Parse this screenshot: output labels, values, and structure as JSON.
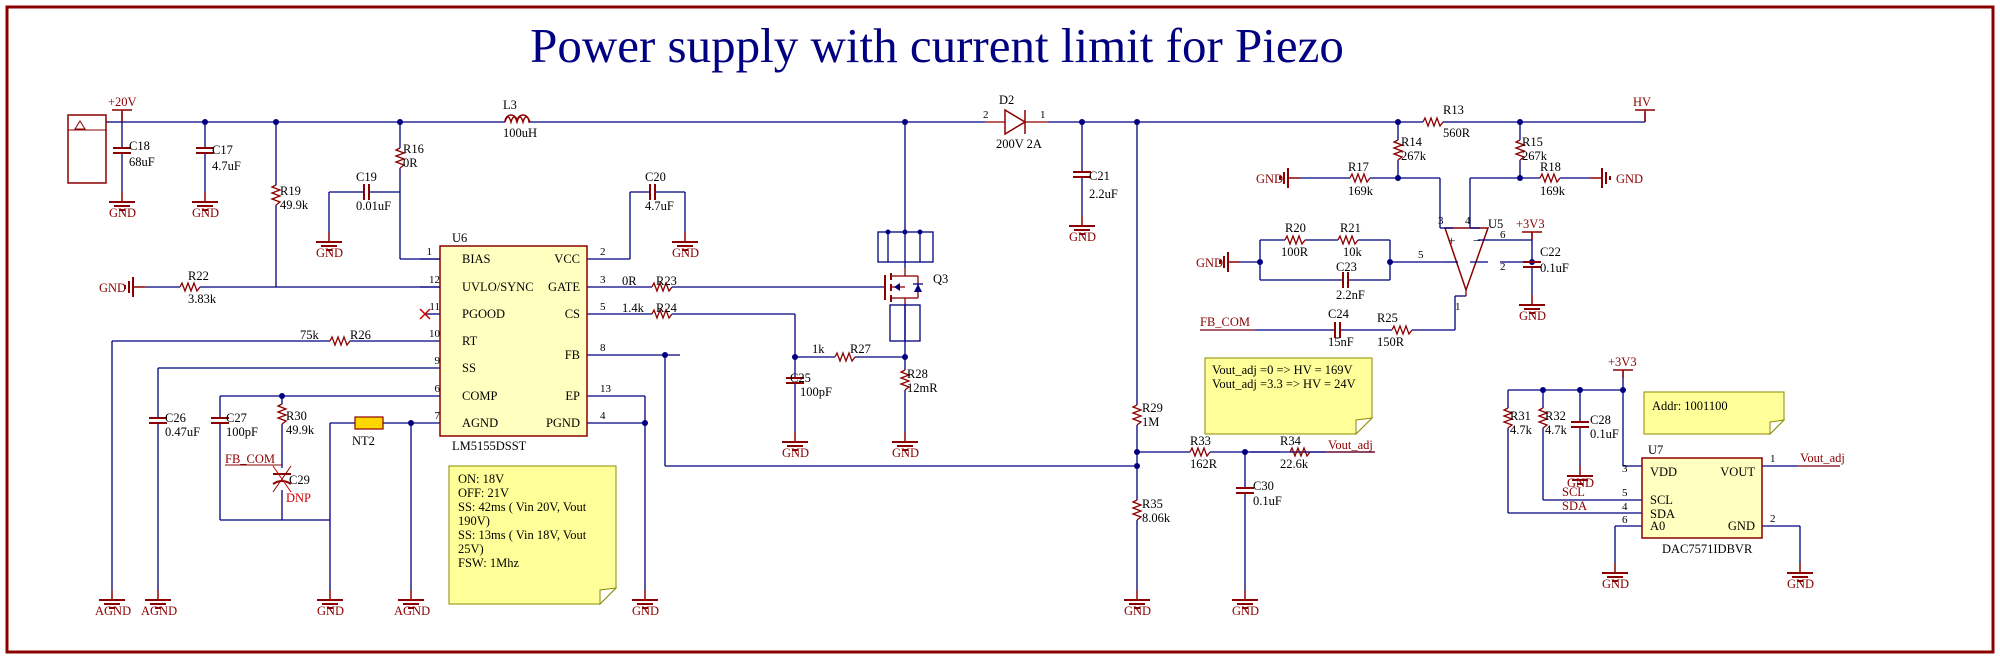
{
  "title": "Power supply with current limit for Piezo",
  "colors": {
    "frame": "#8b0000",
    "wire": "#000080",
    "power": "#8b0000",
    "part": "#8b0000",
    "note_fill": "#ffff99"
  },
  "nets": {
    "v20": "+20V",
    "hv": "HV",
    "v3a": "+3V3",
    "v3b": "+3V3",
    "gnd": "GND",
    "agnd": "AGND",
    "fb_com": "FB_COM",
    "vout_adj": "Vout_adj",
    "scl": "SCL",
    "sda": "SDA",
    "nt": "NT2"
  },
  "parts": {
    "c18": {
      "ref": "C18",
      "val": "68uF"
    },
    "c17": {
      "ref": "C17",
      "val": "4.7uF"
    },
    "r19": {
      "ref": "R19",
      "val": "49.9k"
    },
    "c19": {
      "ref": "C19",
      "val": "0.01uF"
    },
    "r16": {
      "ref": "R16",
      "val": "0R"
    },
    "l3": {
      "ref": "L3",
      "val": "100uH"
    },
    "c20": {
      "ref": "C20",
      "val": "4.7uF"
    },
    "r22": {
      "ref": "R22",
      "val": "3.83k"
    },
    "r23": {
      "ref": "R23",
      "val": "0R"
    },
    "r24": {
      "ref": "R24",
      "val": "1.4k"
    },
    "r26": {
      "ref": "R26",
      "val": "75k"
    },
    "r27": {
      "ref": "R27",
      "val": "1k"
    },
    "r28": {
      "ref": "R28",
      "val": "12mR"
    },
    "c25": {
      "ref": "C25",
      "val": "100pF"
    },
    "c26": {
      "ref": "C26",
      "val": "0.47uF"
    },
    "c27": {
      "ref": "C27",
      "val": "100pF"
    },
    "r30": {
      "ref": "R30",
      "val": "49.9k"
    },
    "c29": {
      "ref": "C29",
      "val": "DNP"
    },
    "d2": {
      "ref": "D2",
      "val": "200V 2A"
    },
    "c21": {
      "ref": "C21",
      "val": "2.2uF"
    },
    "r13": {
      "ref": "R13",
      "val": "560R"
    },
    "r14": {
      "ref": "R14",
      "val": "267k"
    },
    "r15": {
      "ref": "R15",
      "val": "267k"
    },
    "r17": {
      "ref": "R17",
      "val": "169k"
    },
    "r18": {
      "ref": "R18",
      "val": "169k"
    },
    "r20": {
      "ref": "R20",
      "val": "100R"
    },
    "r21": {
      "ref": "R21",
      "val": "10k"
    },
    "c23": {
      "ref": "C23",
      "val": "2.2nF"
    },
    "c24": {
      "ref": "C24",
      "val": "15nF"
    },
    "r25": {
      "ref": "R25",
      "val": "150R"
    },
    "c22": {
      "ref": "C22",
      "val": "0.1uF"
    },
    "r29": {
      "ref": "R29",
      "val": "1M"
    },
    "r33": {
      "ref": "R33",
      "val": "162R"
    },
    "r34": {
      "ref": "R34",
      "val": "22.6k"
    },
    "r35": {
      "ref": "R35",
      "val": "8.06k"
    },
    "c30": {
      "ref": "C30",
      "val": "0.1uF"
    },
    "r31": {
      "ref": "R31",
      "val": "4.7k"
    },
    "r32": {
      "ref": "R32",
      "val": "4.7k"
    },
    "c28": {
      "ref": "C28",
      "val": "0.1uF"
    },
    "q3": {
      "ref": "Q3"
    },
    "u5": {
      "ref": "U5"
    }
  },
  "u6": {
    "ref": "U6",
    "part": "LM5155DSST",
    "pins_left": [
      {
        "num": "1",
        "name": "BIAS"
      },
      {
        "num": "12",
        "name": "UVLO/SYNC"
      },
      {
        "num": "11",
        "name": "PGOOD"
      },
      {
        "num": "10",
        "name": "RT"
      },
      {
        "num": "9",
        "name": "SS"
      },
      {
        "num": "6",
        "name": "COMP"
      },
      {
        "num": "7",
        "name": "AGND"
      }
    ],
    "pins_right": [
      {
        "num": "2",
        "name": "VCC"
      },
      {
        "num": "3",
        "name": "GATE"
      },
      {
        "num": "5",
        "name": "CS"
      },
      {
        "num": "8",
        "name": "FB"
      },
      {
        "num": "13",
        "name": "EP"
      },
      {
        "num": "4",
        "name": "PGND"
      }
    ]
  },
  "u7": {
    "ref": "U7",
    "part": "DAC7571IDBVR",
    "pins_left": [
      {
        "num": "3",
        "name": "VDD"
      },
      {
        "num": "5",
        "name": "SCL"
      },
      {
        "num": "4",
        "name": "SDA"
      },
      {
        "num": "6",
        "name": "A0"
      }
    ],
    "pins_right": [
      {
        "num": "1",
        "name": "VOUT"
      },
      {
        "num": "2",
        "name": "GND"
      }
    ]
  },
  "u5_pins": {
    "p3": "3",
    "p4": "4",
    "p1": "1",
    "p6": "6",
    "p5": "5",
    "p2": "2"
  },
  "pin_nums": {
    "d2_a": "2",
    "d2_k": "1"
  },
  "notes": {
    "u6_lines": [
      "ON: 18V",
      "OFF: 21V",
      "SS: 42ms ( Vin 20V, Vout",
      "190V)",
      "SS: 13ms ( Vin 18V, Vout",
      "25V)",
      "FSW: 1Mhz"
    ],
    "vout_lines": [
      "Vout_adj =0 => HV = 169V",
      "Vout_adj =3.3 => HV = 24V"
    ],
    "addr": "Addr: 1001100"
  }
}
